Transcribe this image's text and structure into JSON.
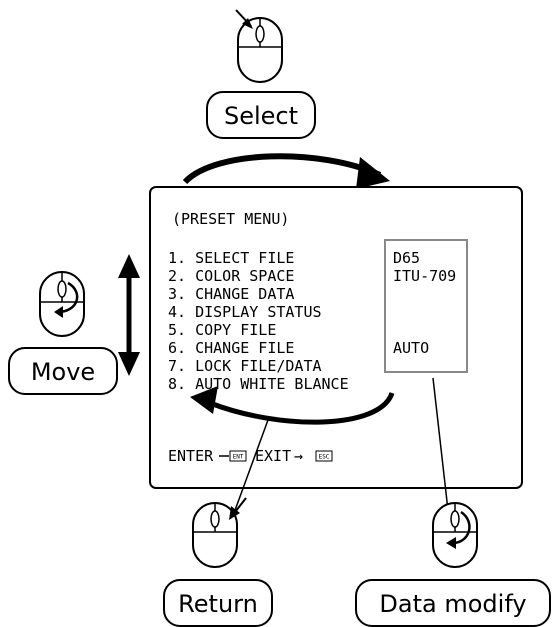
{
  "labels": {
    "select": "Select",
    "move": "Move",
    "return": "Return",
    "data_modify": "Data modify"
  },
  "menu": {
    "title": "(PRESET MENU)",
    "items": [
      "1. SELECT FILE",
      "2. COLOR SPACE",
      "3. CHANGE DATA",
      "4. DISPLAY STATUS",
      "5. COPY FILE",
      "6. CHANGE FILE",
      "7. LOCK FILE/DATA",
      "8. AUTO WHITE BLANCE"
    ],
    "values": {
      "select_file": "D65",
      "color_space": "ITU-709",
      "change_file": "AUTO"
    },
    "footer": {
      "enter_label": "ENTER",
      "enter_key": "ENT",
      "exit_label": "EXIT",
      "exit_key": "ESC"
    }
  }
}
